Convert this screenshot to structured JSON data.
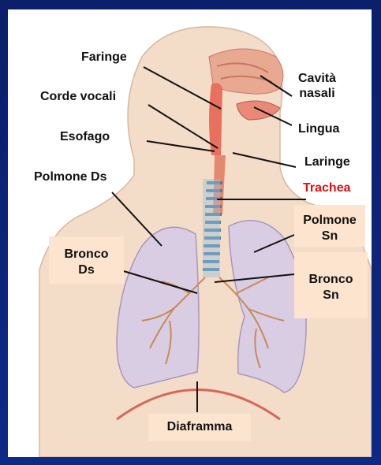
{
  "labels": {
    "faringe": "Faringe",
    "corde_vocali": "Corde vocali",
    "esofago": "Esofago",
    "polmone_ds": "Polmone Ds",
    "bronco_ds_1": "Bronco",
    "bronco_ds_2": "Ds",
    "cavita_1": "Cavità",
    "cavita_2": "nasali",
    "lingua": "Lingua",
    "laringe": "Laringe",
    "trachea": "Trachea",
    "polmone_sn_1": "Polmone",
    "polmone_sn_2": "Sn",
    "bronco_sn_1": "Bronco",
    "bronco_sn_2": "Sn",
    "diaframma": "Diaframma"
  },
  "colors": {
    "background": "#0c2a86",
    "panel": "#ffffff",
    "label_box": "#fce4cf",
    "highlight_label": "#e01010",
    "skin": "#f3dcc8",
    "lung": "#d9cde3",
    "airway": "#e8705e",
    "diaphragm": "#d6685a"
  }
}
